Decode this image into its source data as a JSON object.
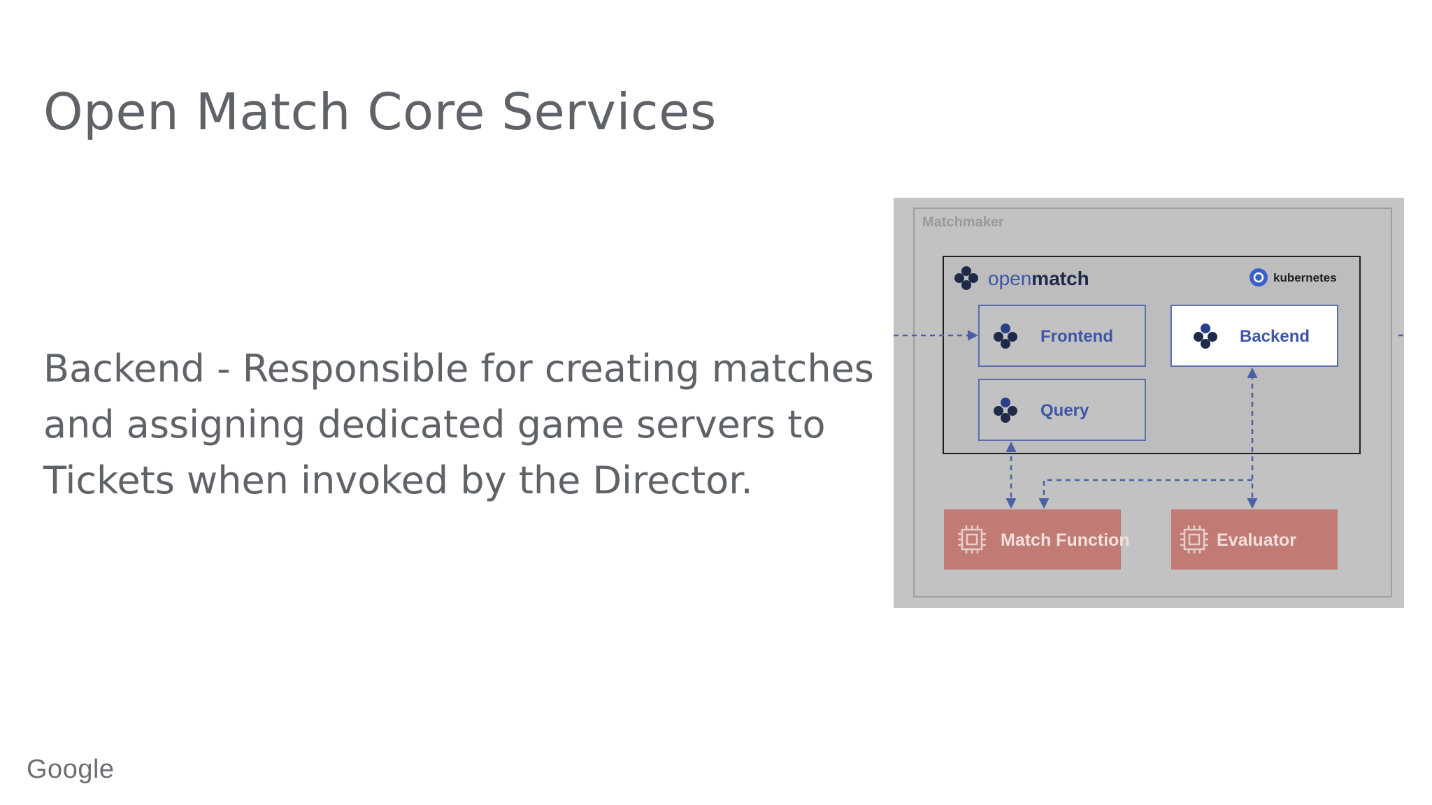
{
  "slide": {
    "title": "Open Match Core Services",
    "body": "Backend - Responsible for creating matches and assigning dedicated game servers to Tickets when invoked by the Director.",
    "footer_logo": "Google"
  },
  "diagram": {
    "outer_label": "Matchmaker",
    "brand_label_light": "open",
    "brand_label_bold": "match",
    "k8s_label": "kubernetes",
    "nodes": {
      "frontend": "Frontend",
      "backend": "Backend",
      "query": "Query",
      "match_function": "Match Function",
      "evaluator": "Evaluator"
    },
    "colors": {
      "panel_bg": "#c4c4c4",
      "inner_bg": "#bdbdbd",
      "node_border": "#5a6fb0",
      "node_text": "#3f55a8",
      "highlight_bg": "#ffffff",
      "function_box": "#c17a74",
      "function_text": "#f2e0de",
      "dashed_line": "#4a5fa8"
    },
    "icons": {
      "node_icon": "open-match-logo-icon",
      "k8s_icon": "kubernetes-icon",
      "chip_icon": "chip-icon"
    }
  }
}
